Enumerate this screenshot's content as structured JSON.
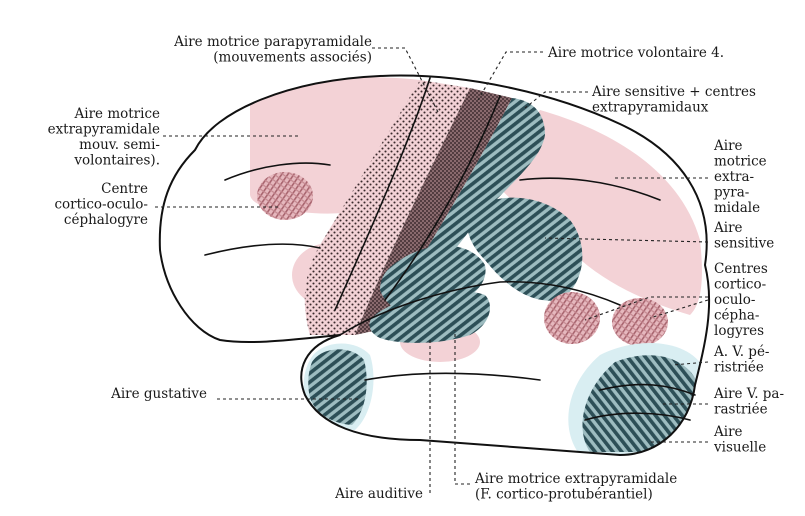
{
  "colors": {
    "pink": "#f3d2d6",
    "pink_hatch": "#b0707a",
    "dark_stipple": "#4a3a3c",
    "teal_fill": "#6f969c",
    "teal_stripe": "#2d4f57",
    "light_blue": "#d9eef2",
    "outline": "#111111",
    "background": "#ffffff"
  },
  "labels": {
    "motrice_parapyramidale": [
      "Aire motrice parapyramidale",
      "(mouvements associés)"
    ],
    "motrice_volontaire": [
      "Aire motrice volontaire 4."
    ],
    "sensitive_centres": [
      "Aire sensitive + centres",
      "extrapyramidaux"
    ],
    "motrice_extrapyr_semi": [
      "Aire motrice",
      "extrapyramidale",
      "mouv. semi-",
      "volontaires)."
    ],
    "centre_cortico": [
      "Centre",
      "cortico-oculo-",
      "céphalogyre"
    ],
    "motrice_extrapyramidale_right": [
      "Aire",
      "motrice",
      "extra-",
      "pyra-",
      "midale"
    ],
    "aire_sensitive": [
      "Aire",
      "sensitive"
    ],
    "centres_cortico_right": [
      "Centres",
      "cortico-",
      "oculo-",
      "cépha-",
      "logyres"
    ],
    "av_peristriee": [
      "A. V. pé-",
      "ristriée"
    ],
    "aire_v_parastriee": [
      "Aire V. pa-",
      "rastriée"
    ],
    "aire_visuelle": [
      "Aire",
      "visuelle"
    ],
    "aire_gustative": [
      "Aire gustative"
    ],
    "aire_auditive": [
      "Aire auditive"
    ],
    "motrice_extrapyr_bottom": [
      "Aire motrice extrapyramidale",
      "(F. cortico-protubérantiel)"
    ]
  }
}
